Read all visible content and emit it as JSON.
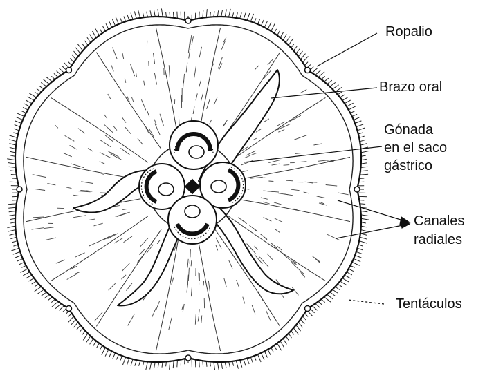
{
  "labels": {
    "ropalio": "Ropalio",
    "brazo_oral": "Brazo oral",
    "gonada_line1": "Gónada",
    "gonada_line2": "en el saco",
    "gonada_line3": "gástrico",
    "canales_line1": "Canales",
    "canales_line2": "radiales",
    "tentaculos": "Tentáculos"
  },
  "colors": {
    "ink": "#111111",
    "paper": "#ffffff"
  }
}
